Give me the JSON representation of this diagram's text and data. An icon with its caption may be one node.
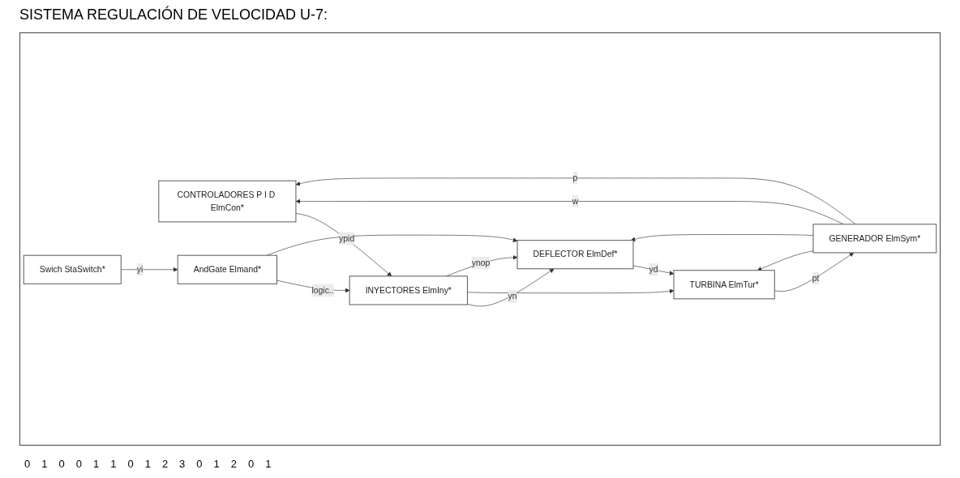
{
  "diagram": {
    "title": "SISTEMA REGULACIÓN DE VELOCIDAD U-7:",
    "nodes": [
      {
        "text": [
          "CONTROLADORES P I D ElmCon*"
        ]
      },
      {
        "text": [
          "Swich StaSwitch*"
        ]
      },
      {
        "text": [
          "AndGate Elmand*"
        ]
      },
      {
        "text": [
          "INYECTORES ElmIny*"
        ]
      },
      {
        "text": [
          "DEFLECTOR ElmDef*"
        ]
      },
      {
        "text": [
          "TURBINA ElmTur*"
        ]
      },
      {
        "text": [
          "GENERADOR ElmSym*"
        ]
      }
    ],
    "edges": [
      {
        "from": 6,
        "to": 0,
        "arrow": "to",
        "label": "w"
      },
      {
        "from": 6,
        "to": 0,
        "arrow": "to",
        "label": "p"
      },
      {
        "from": 6,
        "to": 4,
        "arrow": "to"
      },
      {
        "from": 6,
        "to": 5,
        "arrow": "to"
      },
      {
        "from": 0,
        "to": 3,
        "arrow": "to",
        "label": "ypid"
      },
      {
        "from": 1,
        "to": 2,
        "arrow": "to",
        "label": "yi"
      },
      {
        "from": 2,
        "to": 3,
        "arrow": "to",
        "label": "logic.."
      },
      {
        "from": 2,
        "to": 4,
        "arrow": "to"
      },
      {
        "from": 3,
        "to": 4,
        "arrow": "to",
        "label": "yn"
      },
      {
        "from": 3,
        "to": 5,
        "arrow": "to"
      },
      {
        "from": 3,
        "to": 4,
        "arrow": "to",
        "label": "ynop"
      },
      {
        "from": 4,
        "to": 5,
        "arrow": "to",
        "label": "yd"
      },
      {
        "from": 5,
        "to": 6,
        "arrow": "to",
        "label": "pt"
      }
    ],
    "labels": [
      "0",
      "1",
      "0",
      "0",
      "1",
      "1",
      "0",
      "1",
      "2",
      "3",
      "0",
      "1",
      "2",
      "0",
      "1"
    ]
  }
}
